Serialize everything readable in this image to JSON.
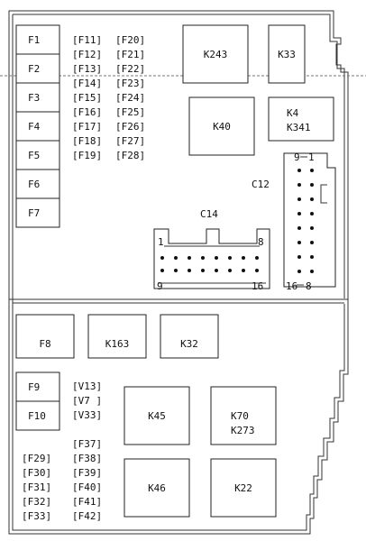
{
  "fuses_col": [
    "F1",
    "F2",
    "F3",
    "F4",
    "F5",
    "F6",
    "F7"
  ],
  "fuse_list_a": [
    "[F11]",
    "[F12]",
    "[F13]",
    "[F14]",
    "[F15]",
    "[F16]",
    "[F17]",
    "[F18]",
    "[F19]"
  ],
  "fuse_list_b": [
    "[F20]",
    "[F21]",
    "[F22]",
    "[F23]",
    "[F24]",
    "[F25]",
    "[F26]",
    "[F27]",
    "[F28]"
  ],
  "relays_top": {
    "k243": "K243",
    "k33": "K33",
    "k40": "K40",
    "k4": "K4",
    "k341": "K341"
  },
  "c12": {
    "label": "C12",
    "pin_top_left": "9",
    "pin_top_right": "1",
    "pin_bottom_left": "16",
    "pin_bottom_right": "8"
  },
  "c14": {
    "label": "C14",
    "pin_top_left": "1",
    "pin_top_right": "8",
    "pin_bottom_left": "9",
    "pin_bottom_right": "16"
  },
  "lower": {
    "f8": "F8",
    "k163": "K163",
    "k32": "K32",
    "f9": "F9",
    "f10": "F10",
    "v_list": [
      "[V13]",
      "[V7 ]",
      "[V33]"
    ],
    "k45": "K45",
    "k70": "K70",
    "k273": "K273",
    "k46": "K46",
    "k22": "K22",
    "fuse_list_c": [
      "[F29]",
      "[F30]",
      "[F31]",
      "[F32]",
      "[F33]"
    ],
    "fuse_list_d": [
      "[F37]",
      "[F38]",
      "[F39]",
      "[F40]",
      "[F41]",
      "[F42]"
    ]
  }
}
